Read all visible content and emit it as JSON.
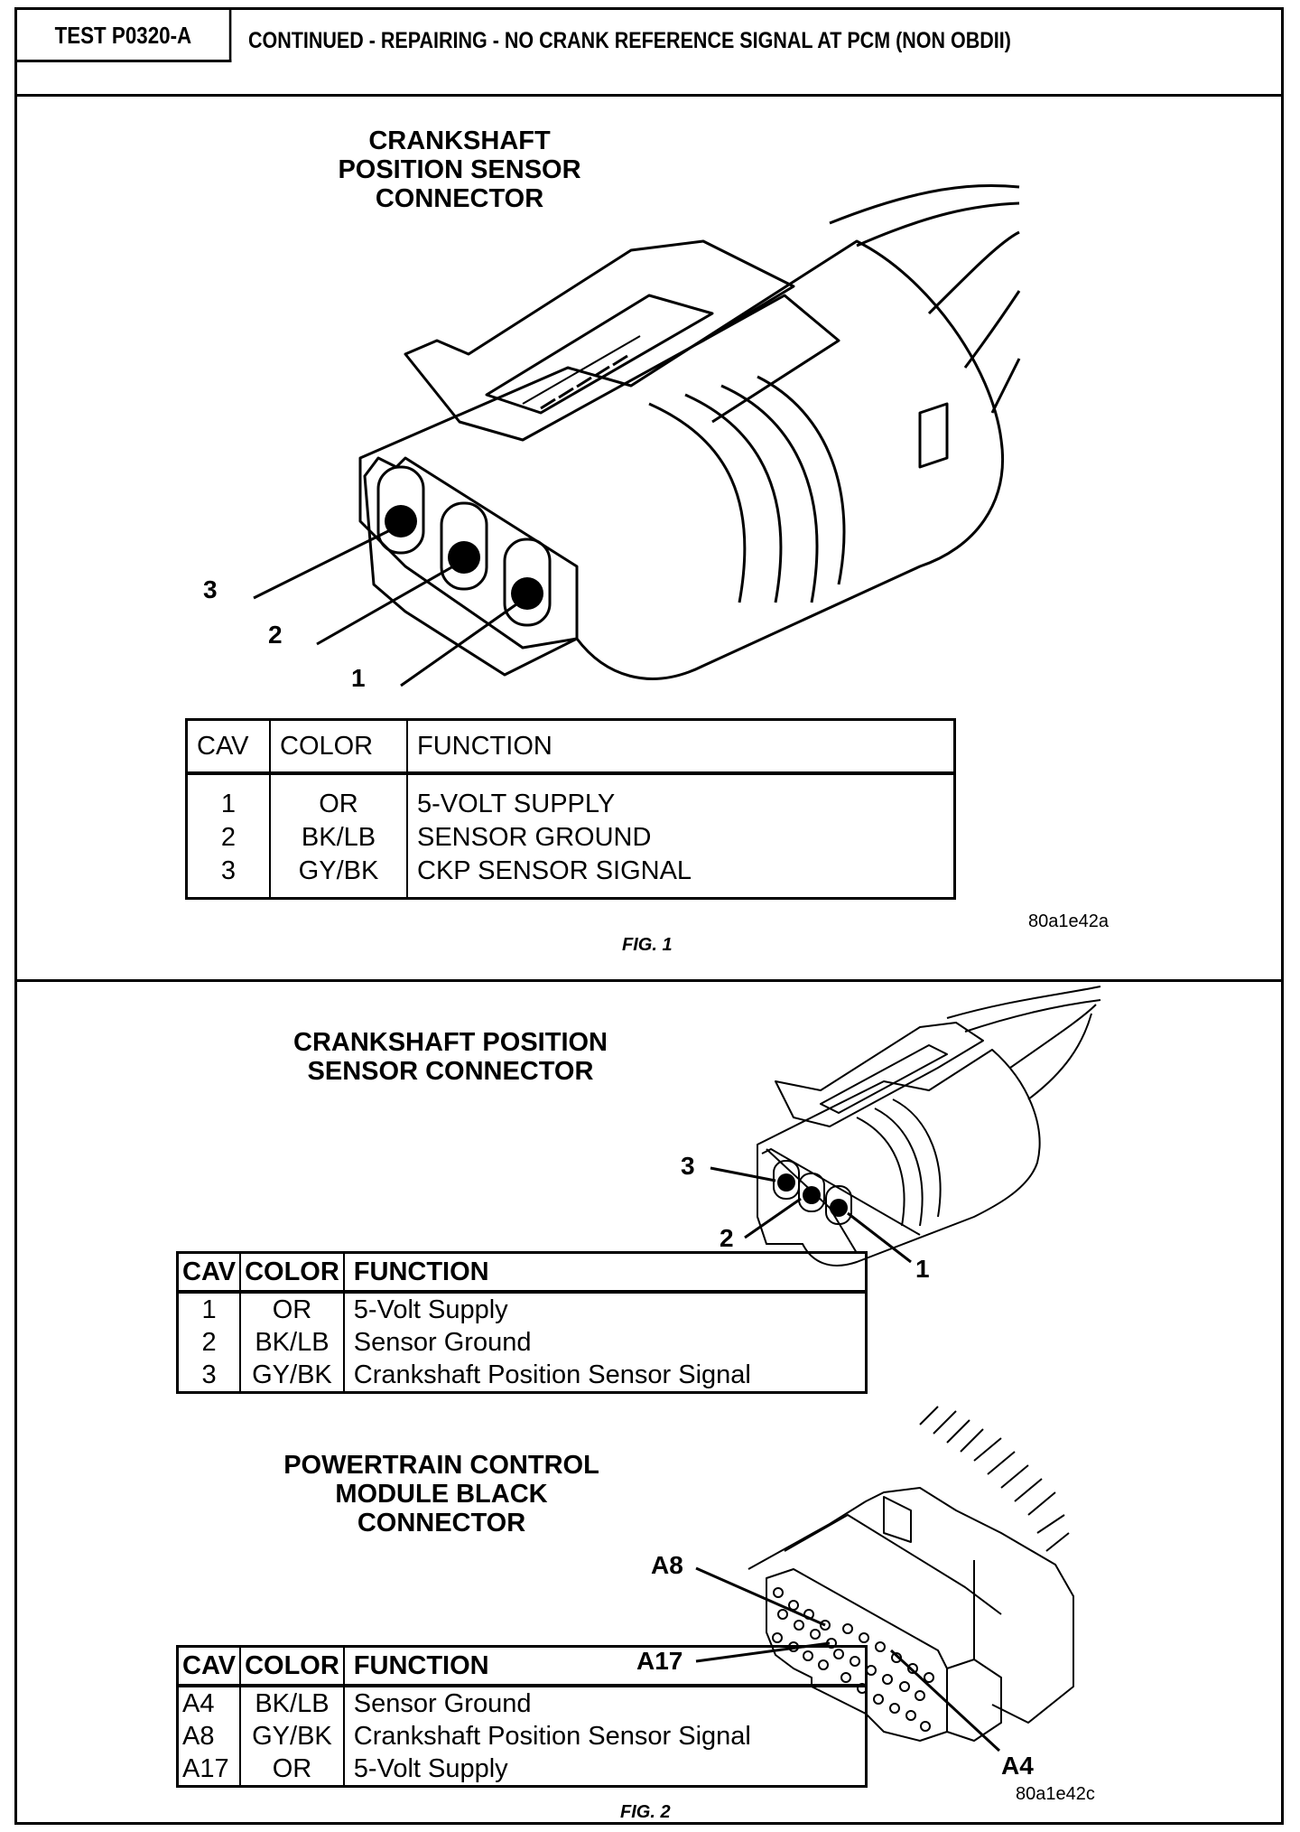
{
  "header": {
    "test_id": "TEST P0320-A",
    "title": "CONTINUED - REPAIRING - NO CRANK REFERENCE SIGNAL AT PCM (NON OBDII)"
  },
  "fig1": {
    "connector_title": [
      "CRANKSHAFT",
      "POSITION SENSOR",
      "CONNECTOR"
    ],
    "pin_labels": [
      "1",
      "2",
      "3"
    ],
    "table": {
      "headers": [
        "CAV",
        "COLOR",
        "FUNCTION"
      ],
      "rows": [
        {
          "cav": "1",
          "color": "OR",
          "function": "5-VOLT SUPPLY"
        },
        {
          "cav": "2",
          "color": "BK/LB",
          "function": "SENSOR GROUND"
        },
        {
          "cav": "3",
          "color": "GY/BK",
          "function": "CKP SENSOR SIGNAL"
        }
      ]
    },
    "image_code": "80a1e42a",
    "caption": "FIG. 1"
  },
  "fig2": {
    "ckp_title": [
      "CRANKSHAFT POSITION",
      "SENSOR CONNECTOR"
    ],
    "ckp_pin_labels": [
      "1",
      "2",
      "3"
    ],
    "ckp_table": {
      "headers": [
        "CAV",
        "COLOR",
        "FUNCTION"
      ],
      "rows": [
        {
          "cav": "1",
          "color": "OR",
          "function": "5-Volt Supply"
        },
        {
          "cav": "2",
          "color": "BK/LB",
          "function": "Sensor Ground"
        },
        {
          "cav": "3",
          "color": "GY/BK",
          "function": "Crankshaft Position Sensor Signal"
        }
      ]
    },
    "pcm_title": [
      "POWERTRAIN CONTROL",
      "MODULE BLACK",
      "CONNECTOR"
    ],
    "pcm_pin_labels": [
      "A8",
      "A17",
      "A4"
    ],
    "pcm_table": {
      "headers": [
        "CAV",
        "COLOR",
        "FUNCTION"
      ],
      "rows": [
        {
          "cav": "A4",
          "color": "BK/LB",
          "function": "Sensor Ground"
        },
        {
          "cav": "A8",
          "color": "GY/BK",
          "function": "Crankshaft Position Sensor Signal"
        },
        {
          "cav": "A17",
          "color": "OR",
          "function": "5-Volt Supply"
        }
      ]
    },
    "image_code": "80a1e42c",
    "caption": "FIG. 2"
  }
}
